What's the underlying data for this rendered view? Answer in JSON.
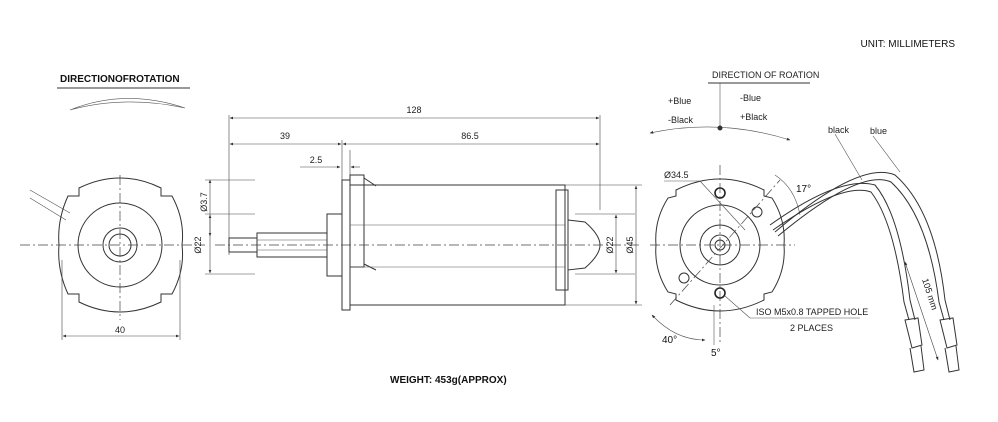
{
  "header": {
    "unit_label": "UNIT: MILLIMETERS"
  },
  "left_view": {
    "direction_title": "DIRECTIONOFROTATION",
    "width_dim": "40"
  },
  "side_view": {
    "overall_length": "128",
    "shaft_length": "39",
    "body_length": "86.5",
    "flange_offset": "2.5",
    "shaft_diameter": "Ø3.7",
    "shaft_boss_diameter": "Ø22",
    "rear_boss_diameter": "Ø22",
    "body_diameter": "Ø45"
  },
  "right_view": {
    "rotation_title": "DIRECTION OF ROATION",
    "ccw_plus": "+Blue",
    "ccw_minus": "-Black",
    "cw_minus": "-Blue",
    "cw_plus": "+Black",
    "bolt_circle": "Ø34.5",
    "angle_top": "17°",
    "angle_bottom_left": "40°",
    "angle_bottom": "5°",
    "hole_note_line1": "ISO M5x0.8 TAPPED HOLE",
    "hole_note_line2": "2 PLACES",
    "wire_black": "black",
    "wire_blue": "blue",
    "wire_length": "105 mm"
  },
  "footer": {
    "weight": "WEIGHT: 453g(APPROX)"
  }
}
